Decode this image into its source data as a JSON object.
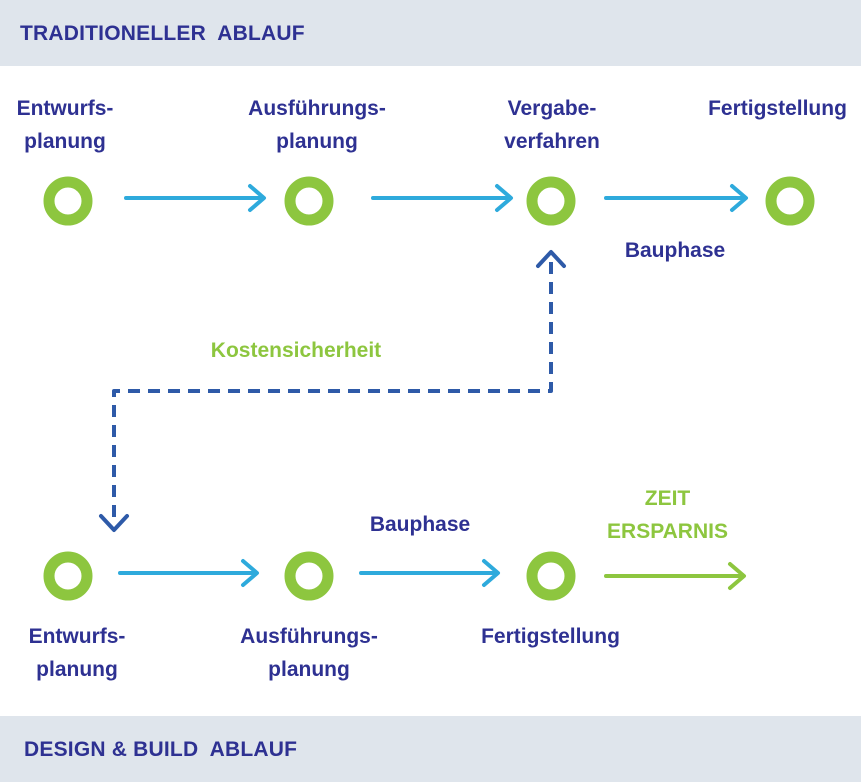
{
  "traditional": {
    "header": "TRADITIONELLER  ABLAUF",
    "steps": [
      "Entwurfs-\nplanung",
      "Ausführungs-\nplanung",
      "Vergabe-\nverfahren",
      "Fertigstellung"
    ],
    "phase_label": "Bauphase"
  },
  "link_label": "Kostensicherheit",
  "design_build": {
    "header": "DESIGN & BUILD  ABLAUF",
    "steps": [
      "Entwurfs-\nplanung",
      "Ausführungs-\nplanung",
      "Fertigstellung"
    ],
    "phase_label": "Bauphase",
    "saving_label": "ZEIT\nERSPARNIS"
  },
  "colors": {
    "band": "#dfe5ec",
    "text": "#2e3192",
    "node": "#8dc63f",
    "arrow": "#2eaadc",
    "dashed": "#2e5aa8",
    "saving": "#8dc63f"
  }
}
